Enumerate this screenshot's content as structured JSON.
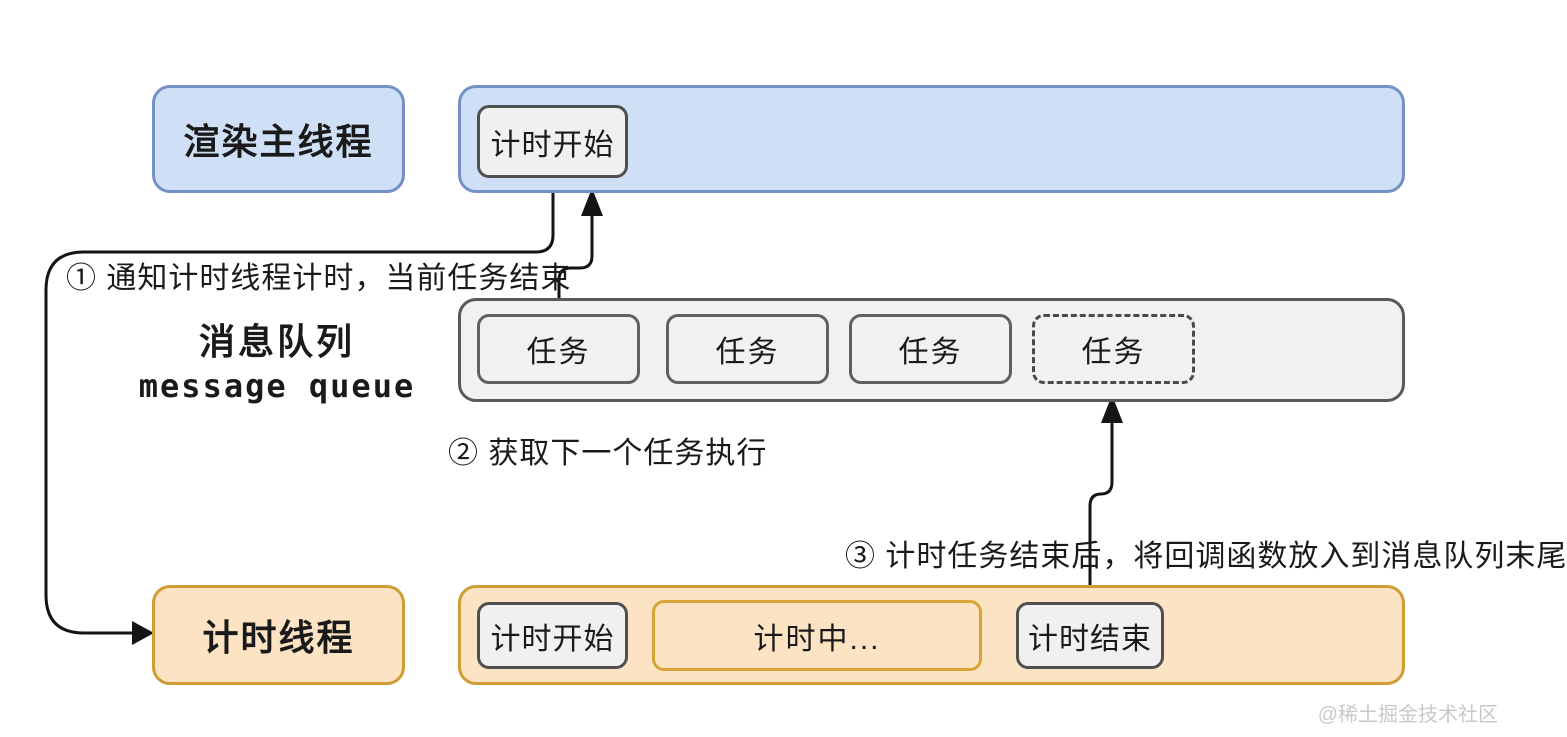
{
  "render_thread": {
    "label": "渲染主线程",
    "timer_start_label": "计时开始"
  },
  "message_queue": {
    "title_cn": "消息队列",
    "title_en": "message queue",
    "tasks": [
      {
        "label": "任务",
        "style": "solid"
      },
      {
        "label": "任务",
        "style": "solid"
      },
      {
        "label": "任务",
        "style": "solid"
      },
      {
        "label": "任务",
        "style": "dashed"
      }
    ]
  },
  "timer_thread": {
    "label": "计时线程",
    "steps": [
      "计时开始",
      "计时中...",
      "计时结束"
    ]
  },
  "annotations": {
    "step1": "① 通知计时线程计时，当前任务结束",
    "step2": "② 获取下一个任务执行",
    "step3": "③ 计时任务结束后，将回调函数放入到消息队列末尾"
  },
  "watermark": "@稀土掘金技术社区",
  "colors": {
    "blue_fill": "#cfe0f6",
    "blue_border": "#7491c6",
    "orange_fill": "#fbe3c3",
    "orange_border": "#cf9d33",
    "button_fill": "#f0f0f0",
    "button_border": "#4f4f4f",
    "queue_fill": "#f1f1f1",
    "arrow": "#141414"
  }
}
